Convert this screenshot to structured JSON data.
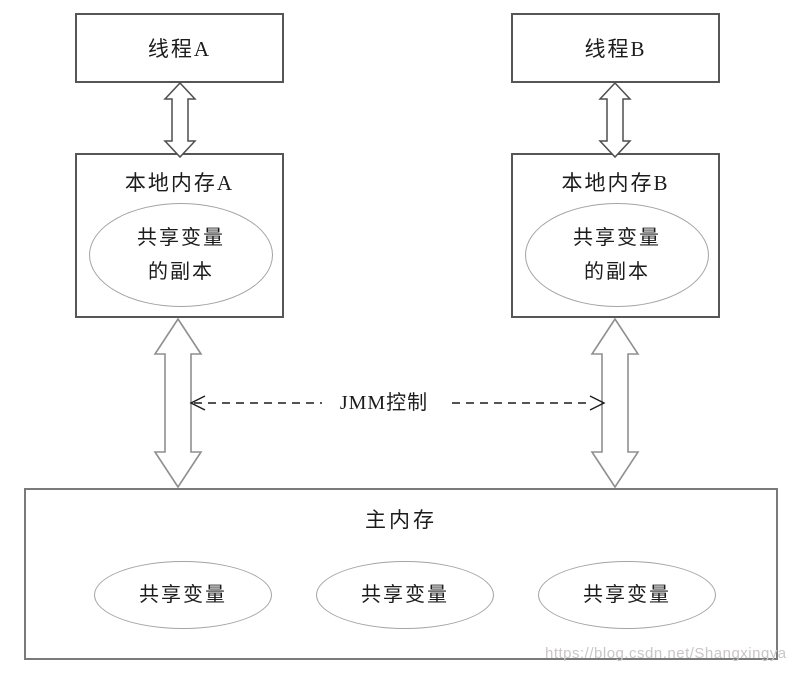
{
  "diagram": {
    "type": "jmm-java-memory-model",
    "thread_a": {
      "label": "线程A"
    },
    "thread_b": {
      "label": "线程B"
    },
    "local_memory_a": {
      "title": "本地内存A",
      "ellipse_line1": "共享变量",
      "ellipse_line2": "的副本"
    },
    "local_memory_b": {
      "title": "本地内存B",
      "ellipse_line1": "共享变量",
      "ellipse_line2": "的副本"
    },
    "jmm_control_label": "JMM控制",
    "main_memory": {
      "title": "主内存",
      "shared_vars": [
        "共享变量",
        "共享变量",
        "共享变量"
      ]
    },
    "watermark": "https://blog.csdn.net/Shangxingya",
    "colors": {
      "background": "#ffffff",
      "box_border": "#565656",
      "main_box_border": "#7a7a7a",
      "ellipse_border": "#a3a3a3",
      "arrow_outline_small": "#4f4f4f",
      "arrow_outline_large": "#8f8f8f",
      "dashed_line": "#1c1c1c",
      "text": "#1c1c1c",
      "watermark": "#c9c6c6"
    }
  }
}
